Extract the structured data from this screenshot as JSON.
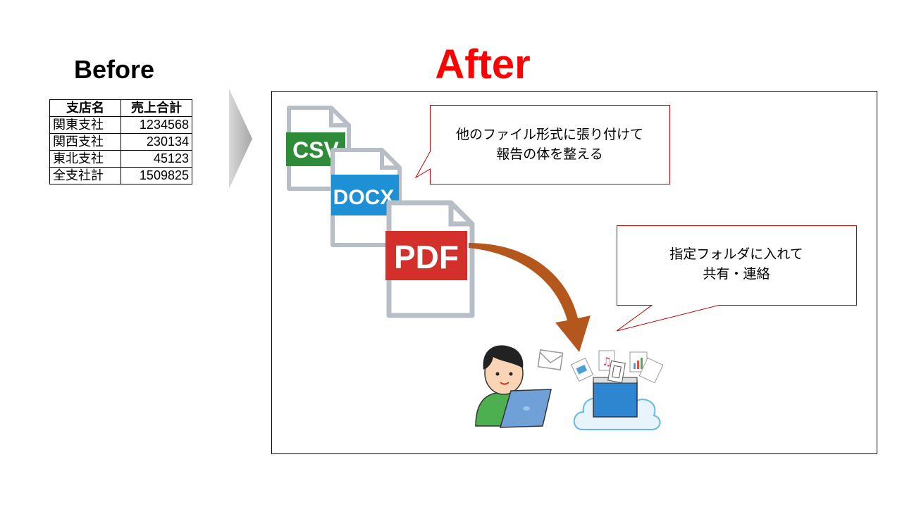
{
  "before": {
    "title": "Before",
    "table": {
      "headers": [
        "支店名",
        "売上合計"
      ],
      "rows": [
        [
          "関東支社",
          "1234568"
        ],
        [
          "関西支社",
          "230134"
        ],
        [
          "東北支社",
          "45123"
        ],
        [
          "全支社計",
          "1509825"
        ]
      ]
    }
  },
  "after": {
    "title": "After",
    "callout1": {
      "line1": "他のファイル形式に張り付けて",
      "line2": "報告の体を整える"
    },
    "callout2": {
      "line1": "指定フォルダに入れて",
      "line2": "共有・連絡"
    },
    "files": [
      {
        "label": "CSV",
        "color": "#2e8b3a"
      },
      {
        "label": "DOCX",
        "color": "#1e90d6"
      },
      {
        "label": "PDF",
        "color": "#d3302c"
      }
    ]
  },
  "colors": {
    "accent": "#ff0000",
    "callout_border": "#c00000",
    "arrow": "#b4571c"
  }
}
